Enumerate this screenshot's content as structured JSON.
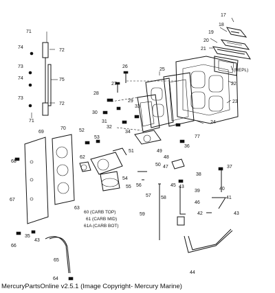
{
  "callouts": [
    {
      "id": "c17",
      "text": "17"
    },
    {
      "id": "c18",
      "text": "18"
    },
    {
      "id": "c19",
      "text": "19"
    },
    {
      "id": "c20",
      "text": "20"
    },
    {
      "id": "c21",
      "text": "21"
    },
    {
      "id": "c22",
      "text": "22"
    },
    {
      "id": "c23",
      "text": "23"
    },
    {
      "id": "c24",
      "text": "24"
    },
    {
      "id": "c25",
      "text": "25"
    },
    {
      "id": "c26",
      "text": "26"
    },
    {
      "id": "c27",
      "text": "27"
    },
    {
      "id": "c28",
      "text": "28"
    },
    {
      "id": "c29",
      "text": "29"
    },
    {
      "id": "c30",
      "text": "30"
    },
    {
      "id": "c31",
      "text": "31"
    },
    {
      "id": "c32",
      "text": "32"
    },
    {
      "id": "c33",
      "text": "33"
    },
    {
      "id": "c34",
      "text": "34"
    },
    {
      "id": "c35",
      "text": "35"
    },
    {
      "id": "c36",
      "text": "36"
    },
    {
      "id": "c37",
      "text": "37"
    },
    {
      "id": "c38",
      "text": "38"
    },
    {
      "id": "c39",
      "text": "39"
    },
    {
      "id": "c40",
      "text": "40"
    },
    {
      "id": "c41",
      "text": "41"
    },
    {
      "id": "c42",
      "text": "42"
    },
    {
      "id": "c43",
      "text": "43"
    },
    {
      "id": "c43b",
      "text": "43"
    },
    {
      "id": "c43c",
      "text": "43"
    },
    {
      "id": "c44",
      "text": "44"
    },
    {
      "id": "c45",
      "text": "45"
    },
    {
      "id": "c46",
      "text": "46"
    },
    {
      "id": "c47",
      "text": "47"
    },
    {
      "id": "c48",
      "text": "48"
    },
    {
      "id": "c49",
      "text": "49"
    },
    {
      "id": "c50",
      "text": "50"
    },
    {
      "id": "c51",
      "text": "51"
    },
    {
      "id": "c52",
      "text": "52"
    },
    {
      "id": "c53",
      "text": "53"
    },
    {
      "id": "c54",
      "text": "54"
    },
    {
      "id": "c55",
      "text": "55"
    },
    {
      "id": "c56",
      "text": "56"
    },
    {
      "id": "c57",
      "text": "57"
    },
    {
      "id": "c58",
      "text": "58"
    },
    {
      "id": "c59",
      "text": "59"
    },
    {
      "id": "c62",
      "text": "62"
    },
    {
      "id": "c63",
      "text": "63"
    },
    {
      "id": "c64",
      "text": "64"
    },
    {
      "id": "c65",
      "text": "65"
    },
    {
      "id": "c66",
      "text": "66"
    },
    {
      "id": "c67",
      "text": "67"
    },
    {
      "id": "c68",
      "text": "68"
    },
    {
      "id": "c69",
      "text": "69"
    },
    {
      "id": "c70",
      "text": "70"
    },
    {
      "id": "c71",
      "text": "71"
    },
    {
      "id": "c71b",
      "text": "71"
    },
    {
      "id": "c72",
      "text": "72"
    },
    {
      "id": "c72b",
      "text": "72"
    },
    {
      "id": "c73",
      "text": "73"
    },
    {
      "id": "c73b",
      "text": "73"
    },
    {
      "id": "c74",
      "text": "74"
    },
    {
      "id": "c74b",
      "text": "74"
    },
    {
      "id": "c75",
      "text": "75"
    },
    {
      "id": "c77",
      "text": "77"
    }
  ],
  "notes": {
    "repl": "(REPL)",
    "carb_top": "60 (CARB TOP)",
    "carb_mid": "61 (CARB MID)",
    "carb_bot": "61A (CARB BOT)"
  },
  "footer": "MercuryPartsOnline v2.5.1 (Image Copyright- Mercury Marine)"
}
